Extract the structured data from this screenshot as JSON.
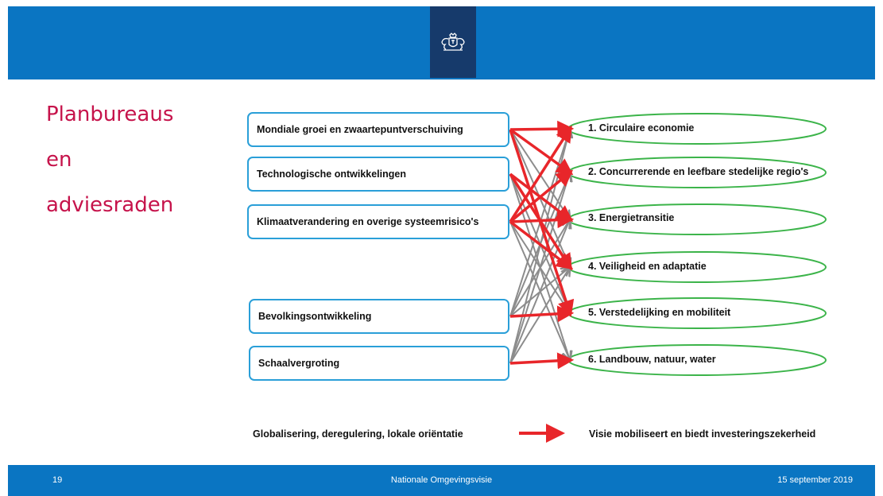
{
  "title_lines": [
    "Planbureaus",
    "en",
    "adviesraden"
  ],
  "sources": [
    "Mondiale groei en zwaartepuntverschuiving",
    "Technologische ontwikkelingen",
    "Klimaatverandering en overige systeemrisico's",
    "Bevolkingsontwikkeling",
    "Schaalvergroting"
  ],
  "targets": [
    "1. Circulaire economie",
    "2. Concurrerende en leefbare stedelijke regio's",
    "3. Energietransitie",
    "4. Veiligheid en adaptatie",
    "5. Verstedelijking en mobiliteit",
    "6. Landbouw, natuur, water"
  ],
  "legend": {
    "left": "Globalisering, deregulering, lokale oriëntatie",
    "right": "Visie mobiliseert en biedt investeringszekerheid"
  },
  "footer": {
    "page": "19",
    "center": "Nationale Omgevingsvisie",
    "date": "15 september 2019"
  },
  "colors": {
    "header": "#0a75c2",
    "logo_box": "#163a6b",
    "title": "#c6134b",
    "source_border": "#2a9fd8",
    "target_border": "#3cb44a",
    "strong_arrow": "#e8262a",
    "weak_arrow": "#8c8c8c"
  },
  "links": {
    "strong": [
      [
        0,
        0
      ],
      [
        0,
        1
      ],
      [
        0,
        4
      ],
      [
        1,
        2
      ],
      [
        1,
        3
      ],
      [
        2,
        0
      ],
      [
        2,
        1
      ],
      [
        2,
        2
      ],
      [
        2,
        3
      ],
      [
        3,
        4
      ],
      [
        4,
        5
      ]
    ],
    "weak": [
      [
        0,
        2
      ],
      [
        0,
        3
      ],
      [
        1,
        4
      ],
      [
        1,
        5
      ],
      [
        2,
        4
      ],
      [
        2,
        5
      ],
      [
        3,
        0
      ],
      [
        3,
        1
      ],
      [
        3,
        2
      ],
      [
        3,
        3
      ],
      [
        4,
        0
      ],
      [
        4,
        1
      ],
      [
        4,
        2
      ],
      [
        4,
        3
      ]
    ]
  }
}
